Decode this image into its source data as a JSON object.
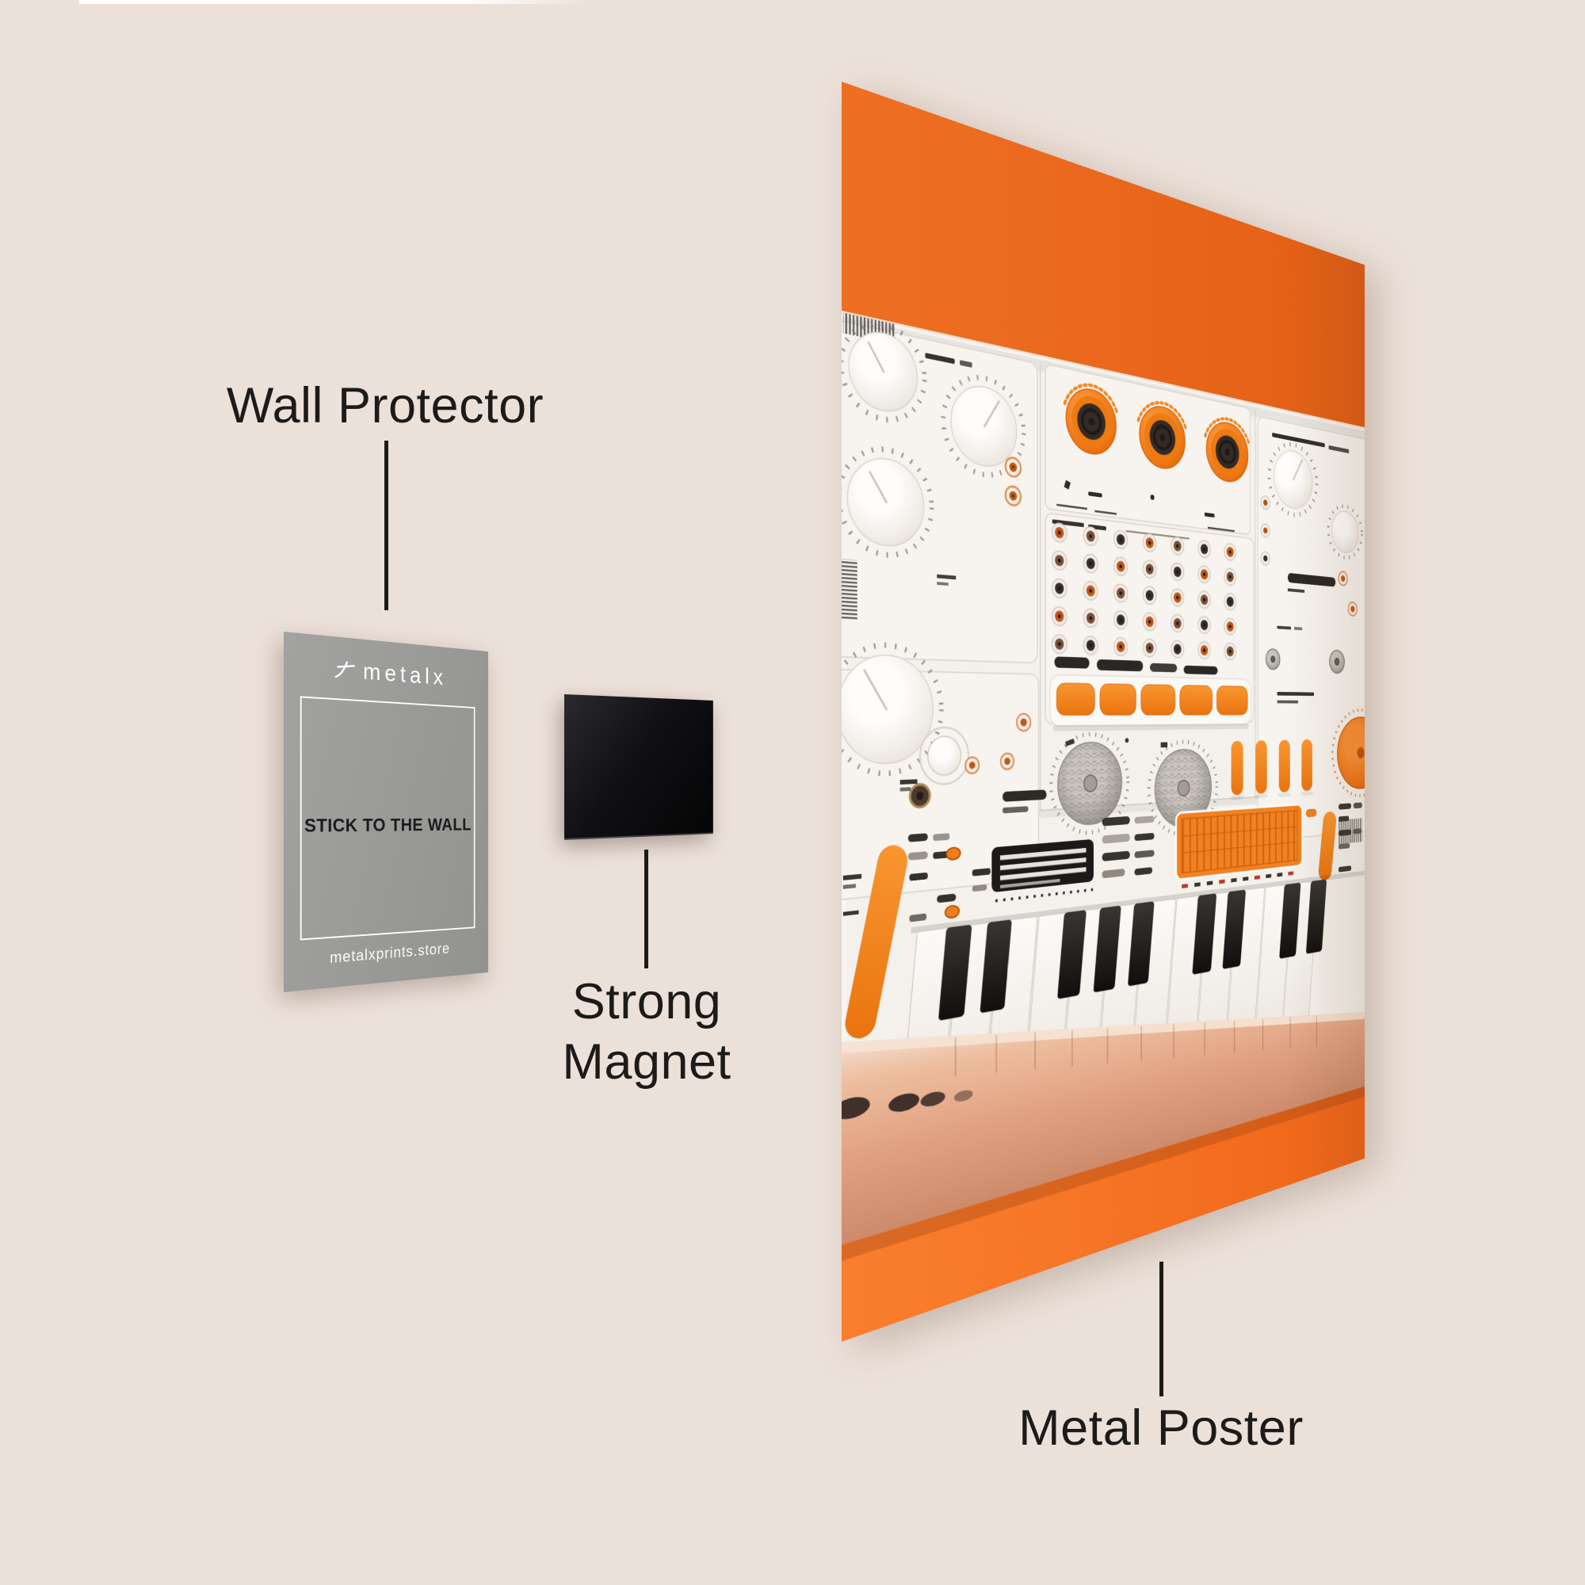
{
  "scene": {
    "background": "#ECE1D9",
    "ink": "#1C1B1A"
  },
  "annotations": {
    "wall_protector": {
      "label": "Wall Protector"
    },
    "strong_magnet": {
      "line1": "Strong",
      "line2": "Magnet"
    },
    "metal_poster": {
      "label": "Metal Poster"
    }
  },
  "wall_protector_card": {
    "brand": "metalx",
    "message": "STICK TO THE WALL",
    "website": "metalxprints.store",
    "color": "#9C9C9A"
  },
  "magnet": {
    "color": "#0C0C0E"
  },
  "metal_poster_product": {
    "wall_color": "#EA671D",
    "table_color": "#F8752A",
    "panel_color": "#F4F1EC",
    "accent_color": "#F08124",
    "speaker_count": 3,
    "orange_button_count": 5,
    "white_key_count": 12,
    "black_key_count": 9,
    "slider_count": 4
  }
}
